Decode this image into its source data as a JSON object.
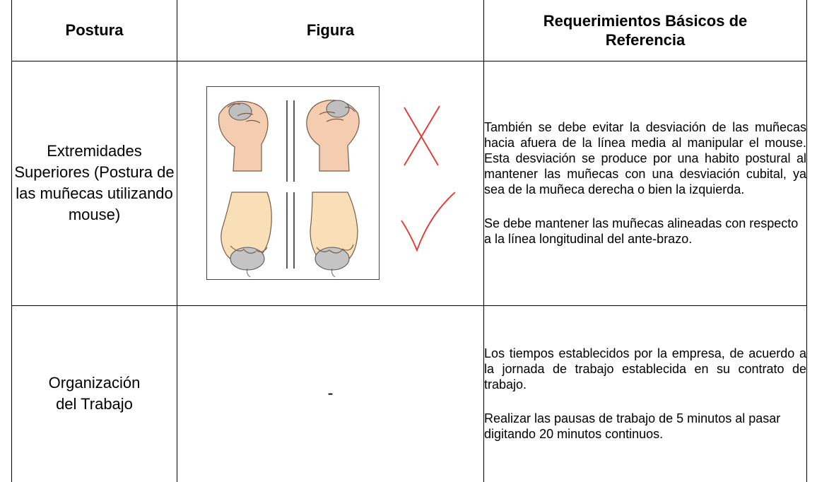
{
  "table": {
    "headers": {
      "posture": "Postura",
      "figure": "Figura",
      "requirements": "Requerimientos Básicos de Referencia"
    },
    "rows": [
      {
        "posture": "Extremidades Superiores (Postura de las muñecas utilizando mouse)",
        "figure": {
          "panels": [
            "wrist-deviated-wrong",
            "wrist-aligned-correct"
          ],
          "marks": [
            "cross-icon",
            "check-icon"
          ],
          "mark_color": "#e8322b"
        },
        "requirements": [
          "También se debe evitar la desviación de las muñecas hacia afuera de la línea media al manipular el mouse. Esta desviación se produce por una habito postural al mantener las muñecas con una desviación cubital, ya sea de la muñeca derecha o bien la izquierda.",
          "Se debe mantener las muñecas alineadas con respecto a la línea longitudinal del ante-brazo."
        ]
      },
      {
        "posture": "Organización del Trabajo",
        "figure_text": "-",
        "requirements": [
          "Los tiempos establecidos por la empresa, de acuerdo a la jornada de trabajo establecida en su contrato de trabajo.",
          "Realizar las pausas de trabajo de 5 minutos al pasar digitando 20 minutos continuos."
        ]
      }
    ]
  }
}
